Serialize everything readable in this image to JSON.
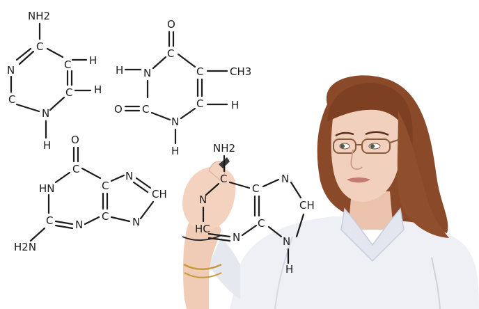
{
  "scene": {
    "background": "#ffffff",
    "ink_color": "#1c1c1c",
    "hair_color": "#8a4a2a",
    "skin_color": "#f1d0bd",
    "shirt_color": "#eef0f6"
  },
  "molecules": {
    "cytosine": {
      "atoms": [
        "NH2",
        "C",
        "N",
        "C",
        "H",
        "C",
        "H",
        "C",
        "N",
        "H"
      ]
    },
    "thymine": {
      "atoms": [
        "O",
        "C",
        "H",
        "N",
        "C",
        "CH3",
        "O",
        "C",
        "C",
        "H",
        "N",
        "H"
      ]
    },
    "guanine": {
      "atoms": [
        "O",
        "C",
        "HN",
        "C",
        "N",
        "CH",
        "C",
        "N",
        "C",
        "N",
        "H2N"
      ]
    },
    "adenine": {
      "atoms": [
        "NH2",
        "C",
        "C",
        "N",
        "N",
        "CH",
        "HC",
        "N",
        "C",
        "N",
        "H"
      ]
    }
  }
}
